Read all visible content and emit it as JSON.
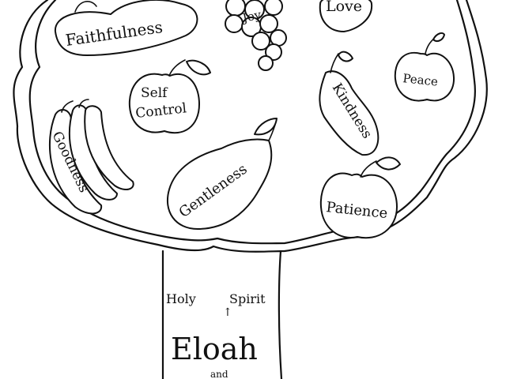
{
  "fruits": {
    "faithfulness": "Faithfulness",
    "joy": "Joy",
    "love": "Love",
    "peace": "Peace",
    "self": "Self",
    "control": "Control",
    "kindness": "Kindness",
    "goodness": "Goodness",
    "gentleness": "Gentleness",
    "patience": "Patience"
  },
  "trunk": {
    "holy": "Holy",
    "spirit": "Spirit",
    "arrow": "↑",
    "eloah": "Eloah",
    "and": "and"
  }
}
